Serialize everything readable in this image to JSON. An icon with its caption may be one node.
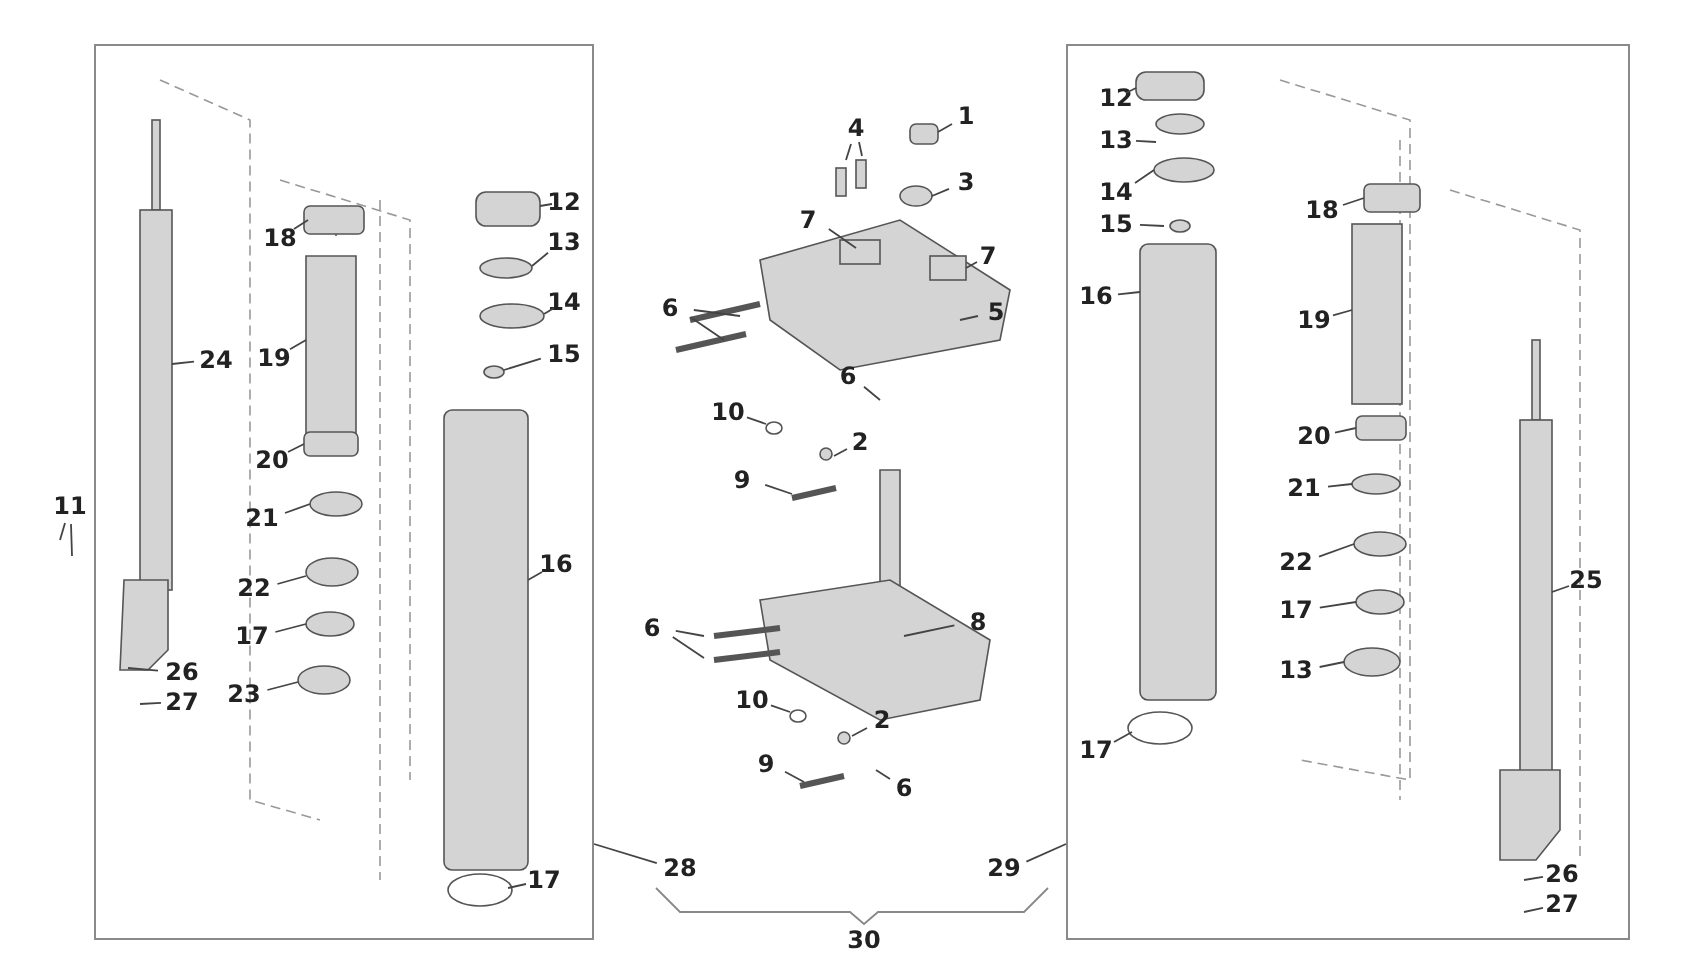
{
  "diagram": {
    "nodes": [
      {
        "text": [],
        "shape": "box"
      },
      {
        "text": [],
        "shape": "box"
      },
      {
        "text": [
          "11"
        ]
      },
      {
        "text": [
          "24"
        ],
        "in": 0
      },
      {
        "text": [
          "18"
        ],
        "in": 0
      },
      {
        "text": [
          "19"
        ],
        "in": 0
      },
      {
        "text": [
          "20"
        ],
        "in": 0
      },
      {
        "text": [
          "21"
        ],
        "in": 0
      },
      {
        "text": [
          "22"
        ],
        "in": 0
      },
      {
        "text": [
          "17"
        ],
        "in": 0
      },
      {
        "text": [
          "26"
        ],
        "in": 0
      },
      {
        "text": [
          "23"
        ],
        "in": 0
      },
      {
        "text": [
          "27"
        ],
        "in": 0
      },
      {
        "text": [
          "12"
        ],
        "in": 0
      },
      {
        "text": [
          "13"
        ],
        "in": 0
      },
      {
        "text": [
          "14"
        ],
        "in": 0
      },
      {
        "text": [
          "15"
        ],
        "in": 0
      },
      {
        "text": [
          "16"
        ],
        "in": 0
      },
      {
        "text": [
          "17"
        ],
        "in": 0
      },
      {
        "text": [
          "1"
        ]
      },
      {
        "text": [
          "4"
        ]
      },
      {
        "text": [
          "3"
        ]
      },
      {
        "text": [
          "7"
        ]
      },
      {
        "text": [
          "7"
        ]
      },
      {
        "text": [
          "6"
        ]
      },
      {
        "text": [
          "5"
        ]
      },
      {
        "text": [
          "6"
        ]
      },
      {
        "text": [
          "10"
        ]
      },
      {
        "text": [
          "2"
        ]
      },
      {
        "text": [
          "9"
        ]
      },
      {
        "text": [
          "8"
        ]
      },
      {
        "text": [
          "6"
        ]
      },
      {
        "text": [
          "10"
        ]
      },
      {
        "text": [
          "2"
        ]
      },
      {
        "text": [
          "9"
        ]
      },
      {
        "text": [
          "6"
        ]
      },
      {
        "text": [
          "12"
        ],
        "in": 1
      },
      {
        "text": [
          "13"
        ],
        "in": 1
      },
      {
        "text": [
          "14"
        ],
        "in": 1
      },
      {
        "text": [
          "15"
        ],
        "in": 1
      },
      {
        "text": [
          "16"
        ],
        "in": 1
      },
      {
        "text": [
          "18"
        ],
        "in": 1
      },
      {
        "text": [
          "19"
        ],
        "in": 1
      },
      {
        "text": [
          "20"
        ],
        "in": 1
      },
      {
        "text": [
          "21"
        ],
        "in": 1
      },
      {
        "text": [
          "22"
        ],
        "in": 1
      },
      {
        "text": [
          "17"
        ],
        "in": 1
      },
      {
        "text": [
          "25"
        ],
        "in": 1
      },
      {
        "text": [
          "13"
        ],
        "in": 1
      },
      {
        "text": [
          "17"
        ],
        "in": 1
      },
      {
        "text": [
          "26"
        ],
        "in": 1
      },
      {
        "text": [
          "27"
        ],
        "in": 1
      },
      {
        "text": [
          "28"
        ]
      },
      {
        "text": [
          "29"
        ]
      },
      {
        "text": [
          "30"
        ]
      }
    ],
    "edges": [
      {
        "from": 2,
        "to": null,
        "arrow": "none"
      },
      {
        "from": 2,
        "to": null,
        "arrow": "none"
      },
      {
        "from": 3,
        "to": null,
        "arrow": "none"
      },
      {
        "from": 4,
        "to": null,
        "arrow": "none"
      },
      {
        "from": 5,
        "to": null,
        "arrow": "none"
      },
      {
        "from": 6,
        "to": null,
        "arrow": "none"
      },
      {
        "from": 7,
        "to": null,
        "arrow": "none"
      },
      {
        "from": 8,
        "to": null,
        "arrow": "none"
      },
      {
        "from": 9,
        "to": null,
        "arrow": "none"
      },
      {
        "from": 10,
        "to": null,
        "arrow": "none"
      },
      {
        "from": 11,
        "to": null,
        "arrow": "none"
      },
      {
        "from": 12,
        "to": null,
        "arrow": "none"
      },
      {
        "from": 13,
        "to": null,
        "arrow": "none"
      },
      {
        "from": 14,
        "to": null,
        "arrow": "none"
      },
      {
        "from": 15,
        "to": null,
        "arrow": "none"
      },
      {
        "from": 16,
        "to": null,
        "arrow": "none"
      },
      {
        "from": 17,
        "to": null,
        "arrow": "none"
      },
      {
        "from": 18,
        "to": null,
        "arrow": "none"
      },
      {
        "from": 19,
        "to": null,
        "arrow": "none"
      },
      {
        "from": 20,
        "to": null,
        "arrow": "none"
      },
      {
        "from": 20,
        "to": null,
        "arrow": "none"
      },
      {
        "from": 21,
        "to": null,
        "arrow": "none"
      },
      {
        "from": 22,
        "to": null,
        "arrow": "none"
      },
      {
        "from": 23,
        "to": null,
        "arrow": "none"
      },
      {
        "from": 24,
        "to": null,
        "arrow": "none"
      },
      {
        "from": 24,
        "to": null,
        "arrow": "none"
      },
      {
        "from": 25,
        "to": null,
        "arrow": "none"
      },
      {
        "from": 26,
        "to": null,
        "arrow": "none"
      },
      {
        "from": 27,
        "to": null,
        "arrow": "none"
      },
      {
        "from": 28,
        "to": null,
        "arrow": "none"
      },
      {
        "from": 29,
        "to": null,
        "arrow": "none"
      },
      {
        "from": 30,
        "to": null,
        "arrow": "none"
      },
      {
        "from": 31,
        "to": null,
        "arrow": "none"
      },
      {
        "from": 31,
        "to": null,
        "arrow": "none"
      },
      {
        "from": 32,
        "to": null,
        "arrow": "none"
      },
      {
        "from": 33,
        "to": null,
        "arrow": "none"
      },
      {
        "from": 34,
        "to": null,
        "arrow": "none"
      },
      {
        "from": 35,
        "to": null,
        "arrow": "none"
      },
      {
        "from": 36,
        "to": null,
        "arrow": "none"
      },
      {
        "from": 37,
        "to": null,
        "arrow": "none"
      },
      {
        "from": 38,
        "to": null,
        "arrow": "none"
      },
      {
        "from": 39,
        "to": null,
        "arrow": "none"
      },
      {
        "from": 40,
        "to": null,
        "arrow": "none"
      },
      {
        "from": 41,
        "to": null,
        "arrow": "none"
      },
      {
        "from": 42,
        "to": null,
        "arrow": "none"
      },
      {
        "from": 43,
        "to": null,
        "arrow": "none"
      },
      {
        "from": 44,
        "to": null,
        "arrow": "none"
      },
      {
        "from": 45,
        "to": null,
        "arrow": "none"
      },
      {
        "from": 46,
        "to": null,
        "arrow": "none"
      },
      {
        "from": 47,
        "to": null,
        "arrow": "none"
      },
      {
        "from": 48,
        "to": null,
        "arrow": "none"
      },
      {
        "from": 49,
        "to": null,
        "arrow": "none"
      },
      {
        "from": 50,
        "to": null,
        "arrow": "none"
      },
      {
        "from": 51,
        "to": null,
        "arrow": "none"
      },
      {
        "from": 52,
        "to": 0,
        "arrow": "none"
      },
      {
        "from": 53,
        "to": 1,
        "arrow": "none"
      }
    ]
  }
}
